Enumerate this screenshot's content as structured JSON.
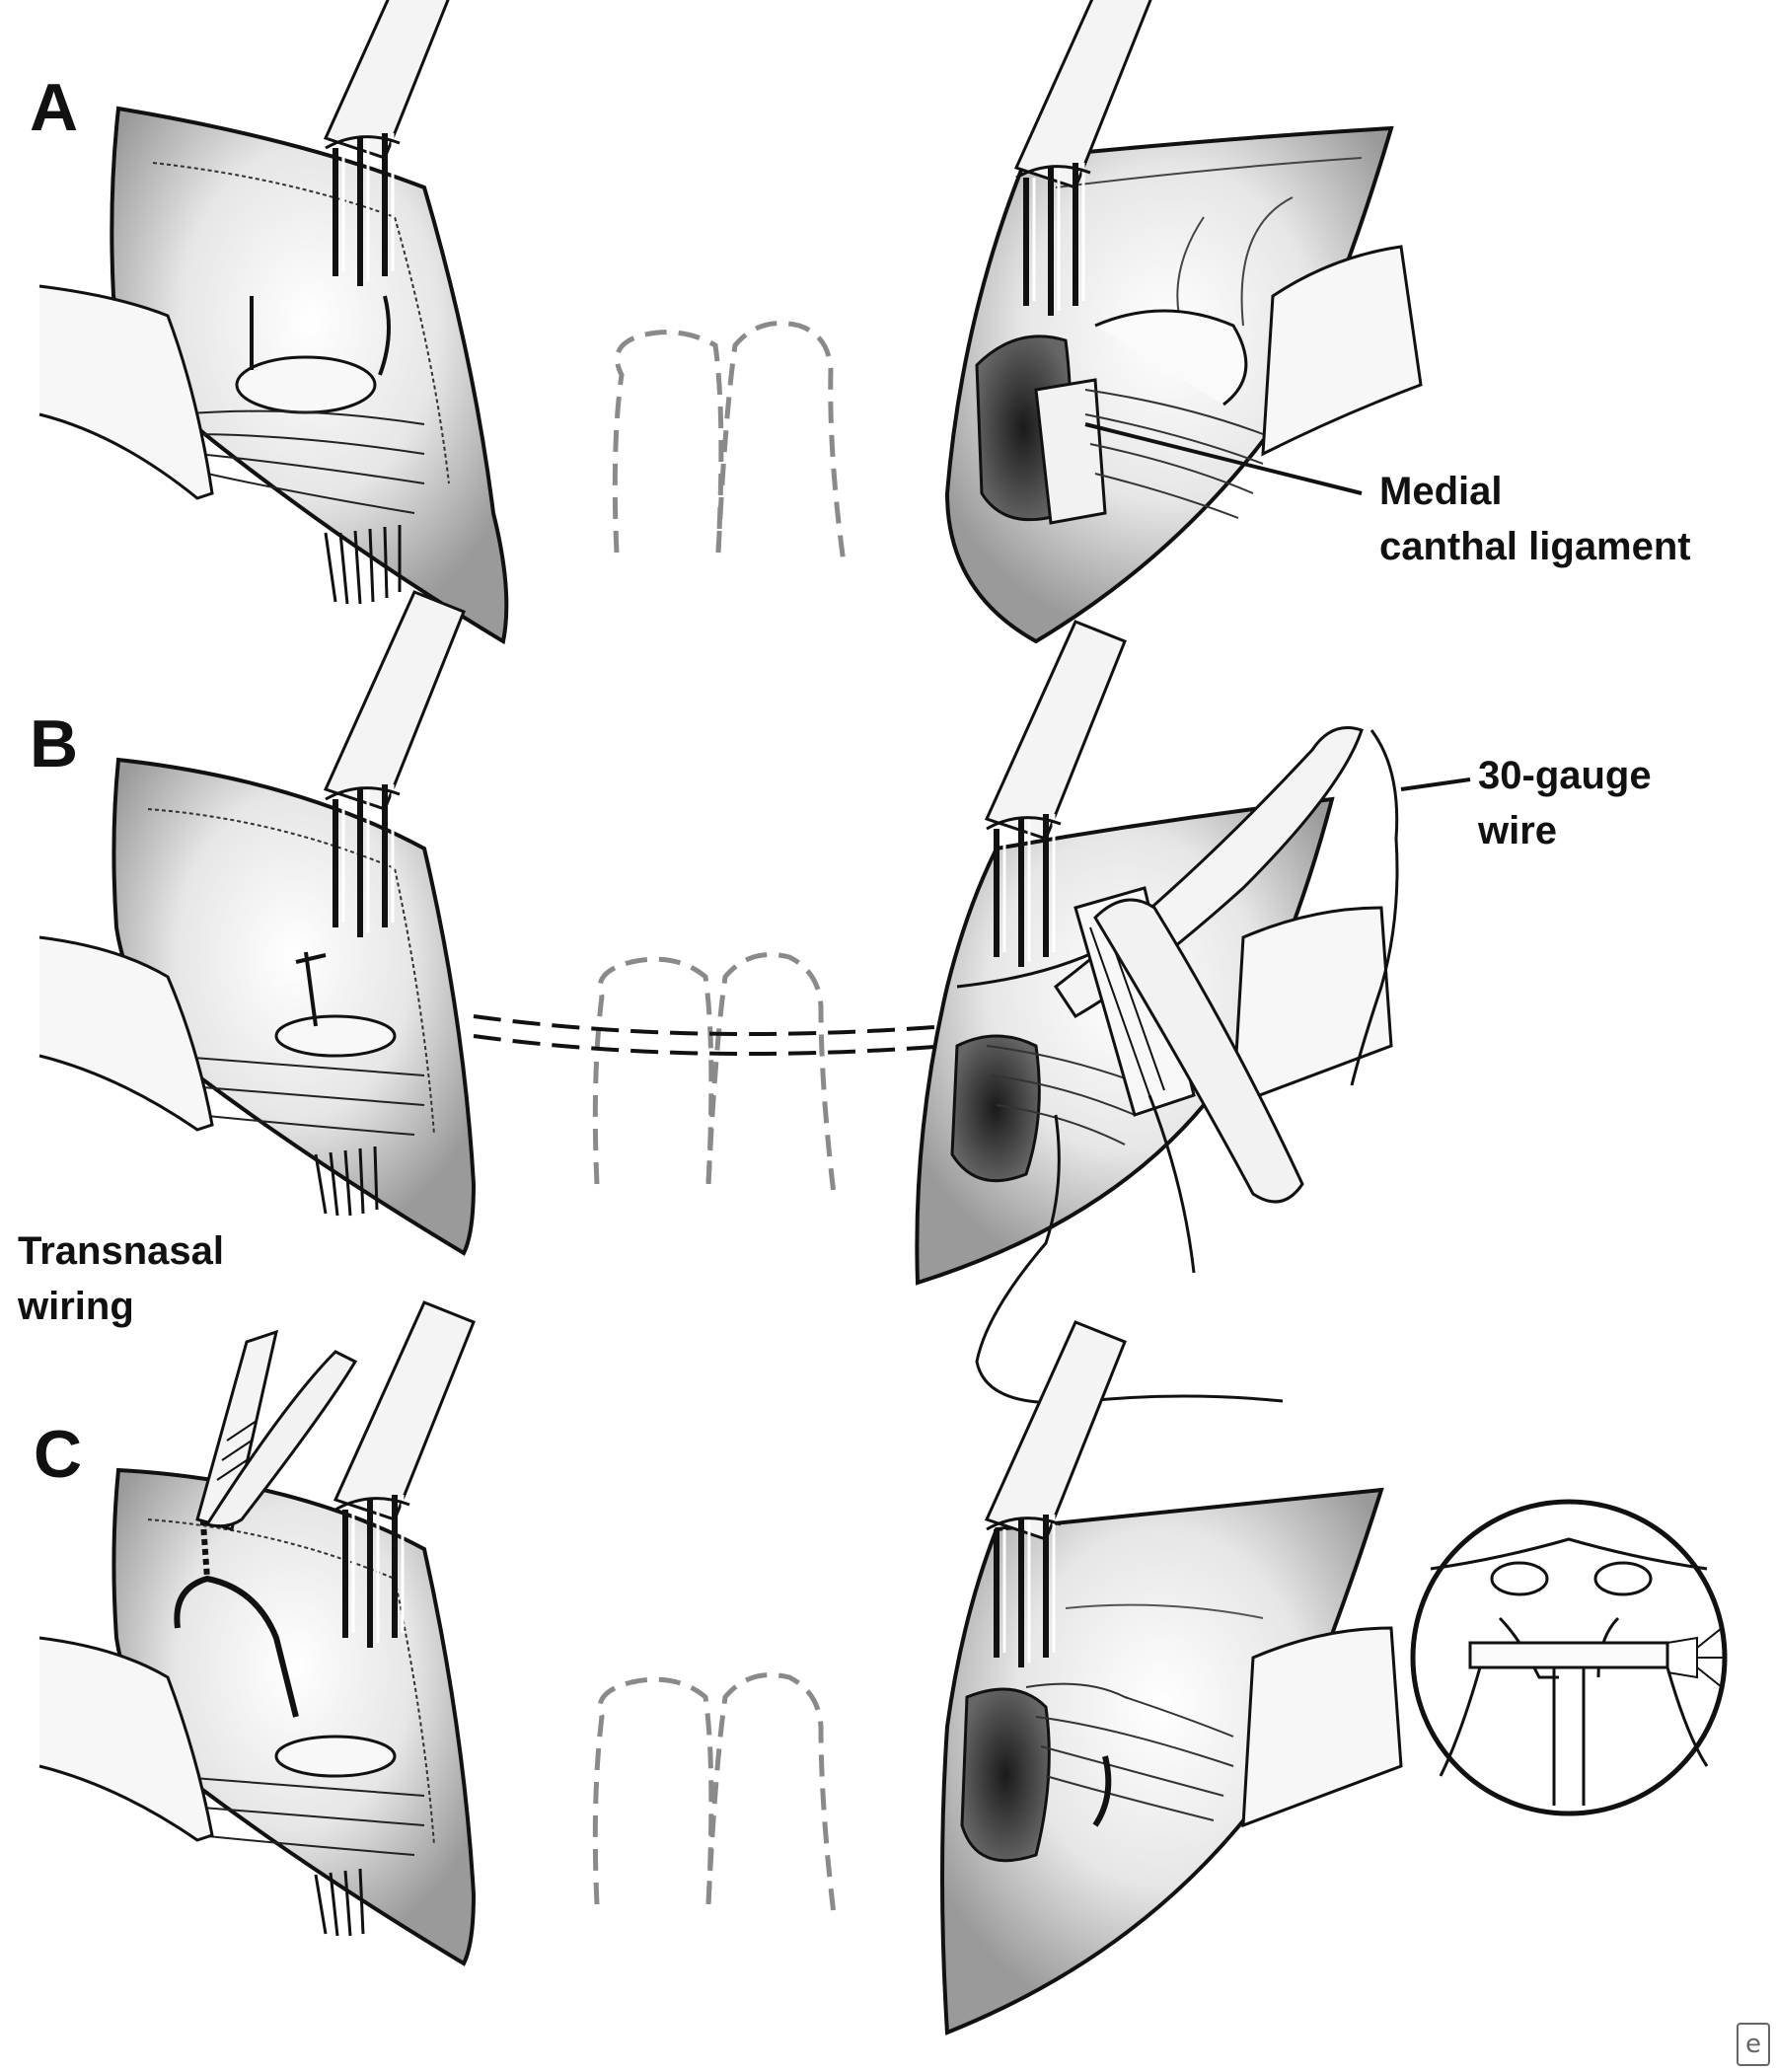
{
  "panels": {
    "a": {
      "letter": "A"
    },
    "b": {
      "letter": "B"
    },
    "c": {
      "letter": "C"
    }
  },
  "callouts": {
    "medial_canthal_ligament": "Medial\ncanthal ligament",
    "gauge_wire": "30-gauge\nwire",
    "transnasal_wiring": "Transnasal\nwiring"
  },
  "logo": {
    "glyph": "e"
  },
  "colors": {
    "ink": "#111111",
    "tissue_shadow": "#3a3a3a",
    "cavity_dark": "#2a2a2a",
    "nose_dash": "#8a8a8a",
    "paper": "#ffffff"
  }
}
